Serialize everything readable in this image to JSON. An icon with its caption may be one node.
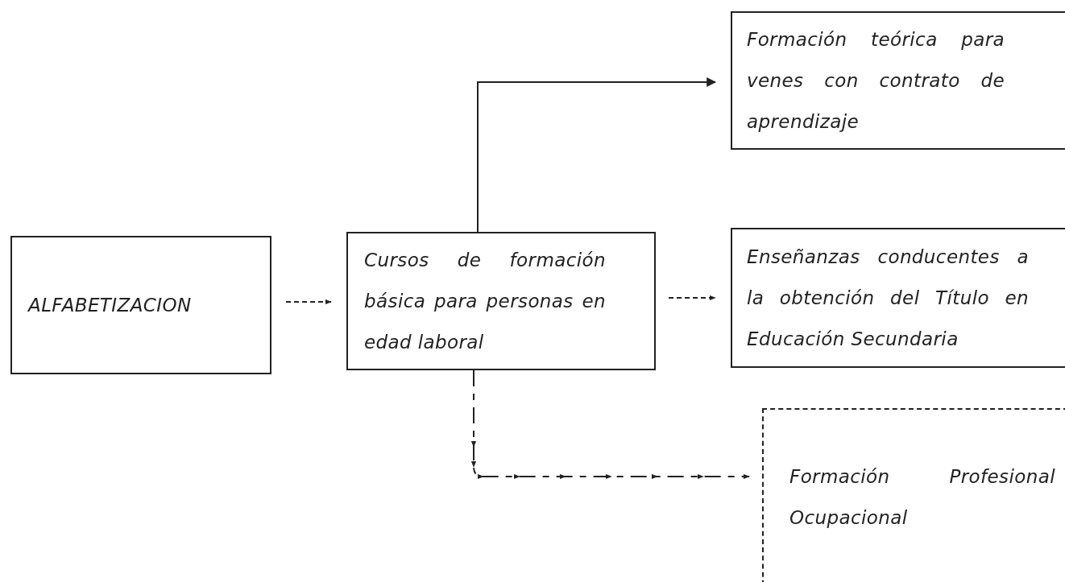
{
  "diagram": {
    "nodes": [
      {
        "text": [
          "ALFABETIZACION"
        ]
      },
      {
        "text": [
          "Cursos de formación básica para personas en edad laboral"
        ]
      },
      {
        "text": [
          "Enseñanzas conducentes a la obtención del Título en Educación Secundaria"
        ]
      },
      {
        "text": [
          "Formación teórica para venes con contrato de aprendizaje"
        ]
      },
      {
        "text": [
          "Formación Profesional Ocupacional"
        ]
      }
    ],
    "edges": [
      {
        "from": 0,
        "to": 1,
        "arrow": "to",
        "style": "dashed"
      },
      {
        "from": 1,
        "to": 2,
        "arrow": "to",
        "style": "dashed"
      },
      {
        "from": 1,
        "to": 3,
        "arrow": "to"
      },
      {
        "from": 1,
        "to": 4,
        "arrow": "to",
        "style": "dashed"
      }
    ]
  }
}
